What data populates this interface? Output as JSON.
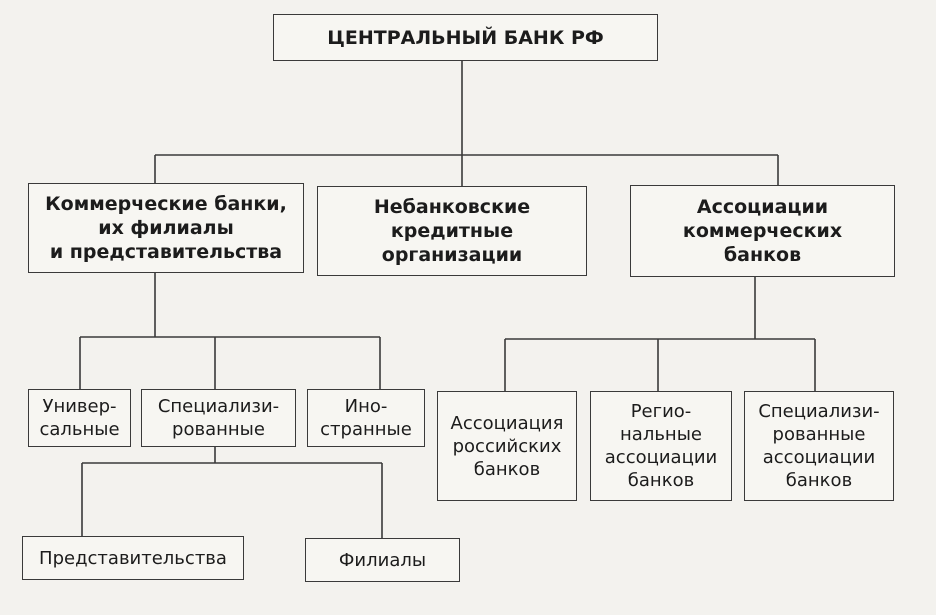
{
  "diagram": {
    "root": {
      "label": "ЦЕНТРАЛЬНЫЙ БАНК РФ"
    },
    "level1": [
      {
        "label": "Коммерческие банки,\nих филиалы\nи представительства"
      },
      {
        "label": "Небанковские\nкредитные\nорганизации"
      },
      {
        "label": "Ассоциации\nкоммерческих\nбанков"
      }
    ],
    "commercial_types": [
      {
        "label": "Универ-\nсальные"
      },
      {
        "label": "Специализи-\nрованные"
      },
      {
        "label": "Ино-\nстранные"
      }
    ],
    "associations": [
      {
        "label": "Ассоциация\nроссийских\nбанков"
      },
      {
        "label": "Регио-\nнальные\nассоциации\nбанков"
      },
      {
        "label": "Специализи-\nрованные\nассоциации\nбанков"
      }
    ],
    "units": [
      {
        "label": "Представительства"
      },
      {
        "label": "Филиалы"
      }
    ]
  }
}
